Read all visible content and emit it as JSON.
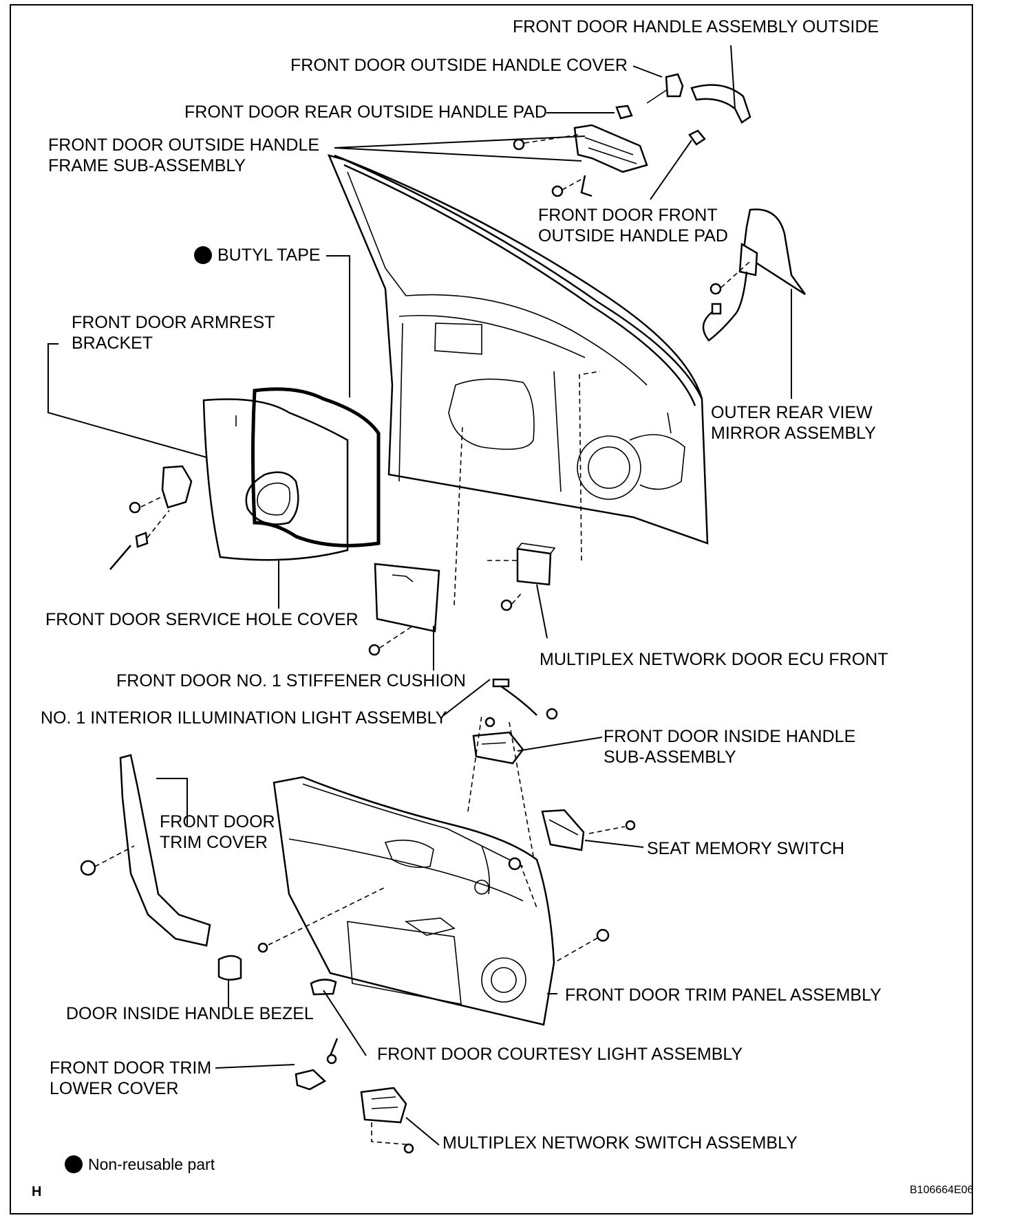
{
  "diagram": {
    "labels": {
      "handle_outside": "FRONT DOOR HANDLE ASSEMBLY OUTSIDE",
      "outside_handle_cover": "FRONT DOOR OUTSIDE HANDLE COVER",
      "rear_handle_pad": "FRONT DOOR REAR OUTSIDE HANDLE PAD",
      "handle_frame": "FRONT DOOR OUTSIDE HANDLE FRAME SUB-ASSEMBLY",
      "front_handle_pad": "FRONT DOOR FRONT OUTSIDE HANDLE PAD",
      "butyl_tape": "BUTYL TAPE",
      "armrest_bracket": "FRONT DOOR ARMREST BRACKET",
      "mirror": "OUTER REAR VIEW MIRROR ASSEMBLY",
      "service_hole_cover": "FRONT DOOR SERVICE HOLE COVER",
      "door_ecu": "MULTIPLEX NETWORK DOOR ECU FRONT",
      "stiffener_cushion": "FRONT DOOR NO. 1 STIFFENER CUSHION",
      "illumination_light": "NO. 1 INTERIOR ILLUMINATION LIGHT ASSEMBLY",
      "inside_handle": "FRONT DOOR INSIDE HANDLE SUB-ASSEMBLY",
      "trim_cover": "FRONT DOOR TRIM COVER",
      "seat_memory_switch": "SEAT MEMORY SWITCH",
      "trim_panel": "FRONT DOOR TRIM PANEL ASSEMBLY",
      "handle_bezel": "DOOR INSIDE HANDLE BEZEL",
      "courtesy_light": "FRONT DOOR COURTESY LIGHT ASSEMBLY",
      "trim_lower_cover": "FRONT DOOR TRIM LOWER COVER",
      "switch_assembly": "MULTIPLEX NETWORK SWITCH ASSEMBLY"
    },
    "legend": {
      "non_reusable": "Non-reusable part"
    },
    "corner_letter": "H",
    "figure_code": "B106664E06"
  }
}
